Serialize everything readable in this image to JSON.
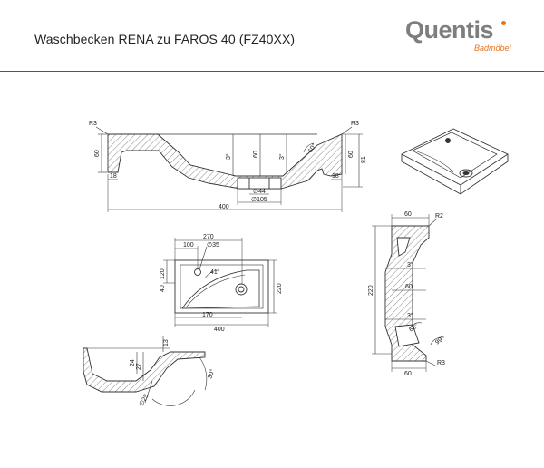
{
  "header": {
    "title": "Waschbecken RENA zu FAROS 40 (FZ40XX)",
    "logo_name": "Quentis",
    "logo_sub": "Badmöbel"
  },
  "colors": {
    "brand_gray": "#7d7f7f",
    "brand_orange": "#e8741c",
    "line": "#333333",
    "hatch": "#555555"
  },
  "drawing": {
    "front_section": {
      "r_left": "R3",
      "r_right": "R3",
      "h_left": "60",
      "h_inner": "60",
      "h_right": "60",
      "h_total": "81",
      "angle_left": "3°",
      "angle_right": "3°",
      "angle_diag": "60°",
      "edge_left": "18",
      "edge_right": "18",
      "drain_inner": "∅44",
      "drain_outer": "∅105",
      "width": "400"
    },
    "top_view": {
      "dim_270": "270",
      "dim_100": "100",
      "tap_hole": "∅35",
      "dim_120": "120",
      "dim_40": "40",
      "angle": "41°",
      "dim_220": "220",
      "dim_170": "170",
      "width": "400"
    },
    "side_section": {
      "top_width": "60",
      "r_top": "R2",
      "angle_1": "3°",
      "dim_60_mid": "60",
      "angle_2": "3°",
      "angle_3": "62°",
      "angle_4": "99°",
      "height": "220",
      "bottom_width": "60",
      "r_bottom": "R3"
    },
    "detail_section": {
      "dim_13": "13",
      "dim_24": "24",
      "dim_27": "27",
      "angle": "30°",
      "diameter": "∅25"
    }
  }
}
